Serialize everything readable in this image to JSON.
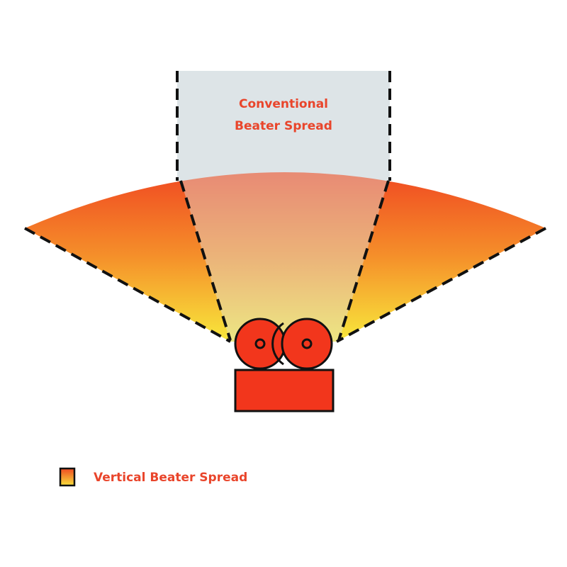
{
  "conventional": {
    "line1": "Conventional",
    "line2": "Beater Spread"
  },
  "legend": {
    "label": "Vertical Beater Spread"
  },
  "colors": {
    "text": "#e9452b",
    "spread_top": "#f04a22",
    "spread_bottom": "#f8e23c",
    "conventional": "#dde4e7",
    "beater": "#f2361c"
  }
}
